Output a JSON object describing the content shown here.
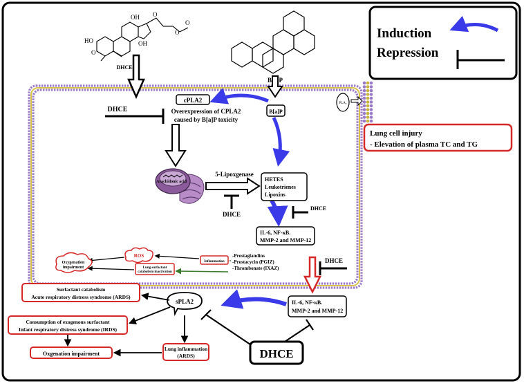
{
  "legend": {
    "induction_label": "Induction",
    "repression_label": "Repression"
  },
  "molecules": {
    "dhce_structure_label": "DHCE",
    "dhce_atoms": [
      "OH",
      "HO",
      "OH",
      "O",
      "O",
      "O",
      "O"
    ],
    "bap_structure_label": "B[a]P",
    "plas_label": "PLA₂"
  },
  "cell": {
    "dhce_inhibitor_1": "DHCE",
    "cpla2_label": "cPLA2",
    "cpla2_text_line1": "Overexpression of CPLA2",
    "cpla2_text_line2": "caused by B[a]P toxicity",
    "bap_inside": "B[a]P",
    "arachidonic_label": "Arachidonic acid",
    "lipoxygenase_label": "5-Lipoxgenase",
    "dhce_inhibitor_2": "DHCE",
    "hetes_box": [
      "HETES",
      "Leukotrienes",
      "Lipoxins"
    ],
    "dhce_inhibitor_3": "DHCE",
    "il6_box_1": [
      "IL-6, NF-κB.",
      "MMP-2 and MMP-12"
    ],
    "prostaglandins": [
      "-Prostaglandins",
      "-Prostacycin (PGIZ)",
      "-Thrombonate (IXAZ)"
    ],
    "ros_label": "ROS",
    "inflammation_label": "Inflammation",
    "oxygenation_label": [
      "Oxygenation",
      "impairment"
    ],
    "surfactant_inactivation": [
      "Lung surfactant",
      "catabolism inactivation"
    ],
    "dhce_inhibitor_4": "DHCE"
  },
  "side": {
    "lung_injury_line1": "Lung cell injury",
    "lung_injury_line2": "- Elevation of plasma TC and TG"
  },
  "bottom": {
    "il6_box_2": [
      "IL-6, NF-κB.",
      "MMP-2 and MMP-12"
    ],
    "spla2_label": "sPLA2",
    "surfactant_catabolism": [
      "Surfactant catabolism",
      "Acute respiratory distress syndrome (ARDS)"
    ],
    "consumption_box": [
      "Consumption of exogenous surfactant",
      "Infant respiratory distress syndrome (IRDS)"
    ],
    "oxygenation_impairment": "Oxgenation impairment",
    "lung_inflammation": [
      "Lung inflammation",
      "(ARDS)"
    ],
    "dhce_big": "DHCE"
  },
  "colors": {
    "induction_arrow": "#3a3ae8",
    "outcome_border": "#d62828",
    "membrane_head": "#9b7bc9",
    "membrane_tail": "#d8c24a",
    "mito_body": "#8a5a9b"
  }
}
